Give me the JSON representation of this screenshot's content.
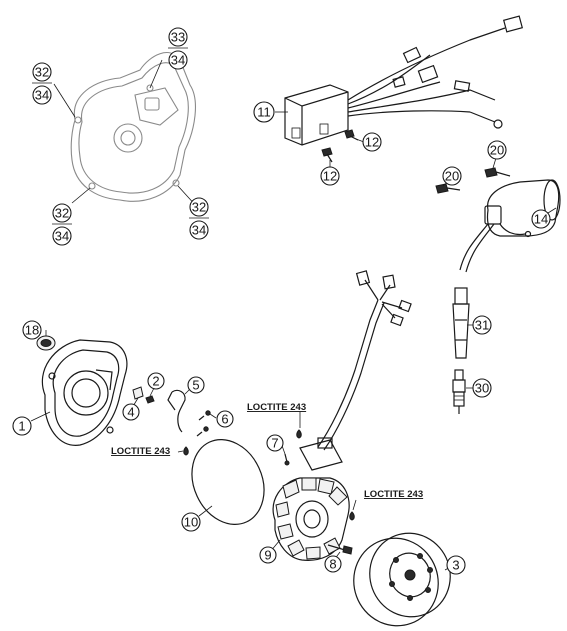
{
  "callouts": {
    "c1": "1",
    "c2": "2",
    "c3": "3",
    "c4": "4",
    "c5": "5",
    "c6": "6",
    "c7": "7",
    "c8": "8",
    "c9": "9",
    "c10": "10",
    "c11": "11",
    "c12a": "12",
    "c12b": "12",
    "c14": "14",
    "c18": "18",
    "c20a": "20",
    "c20b": "20",
    "c30": "30",
    "c31": "31",
    "c32a": "32",
    "c32b": "32",
    "c32c": "32",
    "c33": "33",
    "c34a": "34",
    "c34b": "34",
    "c34c": "34",
    "c34d": "34"
  },
  "loctite": {
    "label_a": "LOCTITE 243",
    "label_b": "LOCTITE 243",
    "label_c": "LOCTITE 243"
  }
}
